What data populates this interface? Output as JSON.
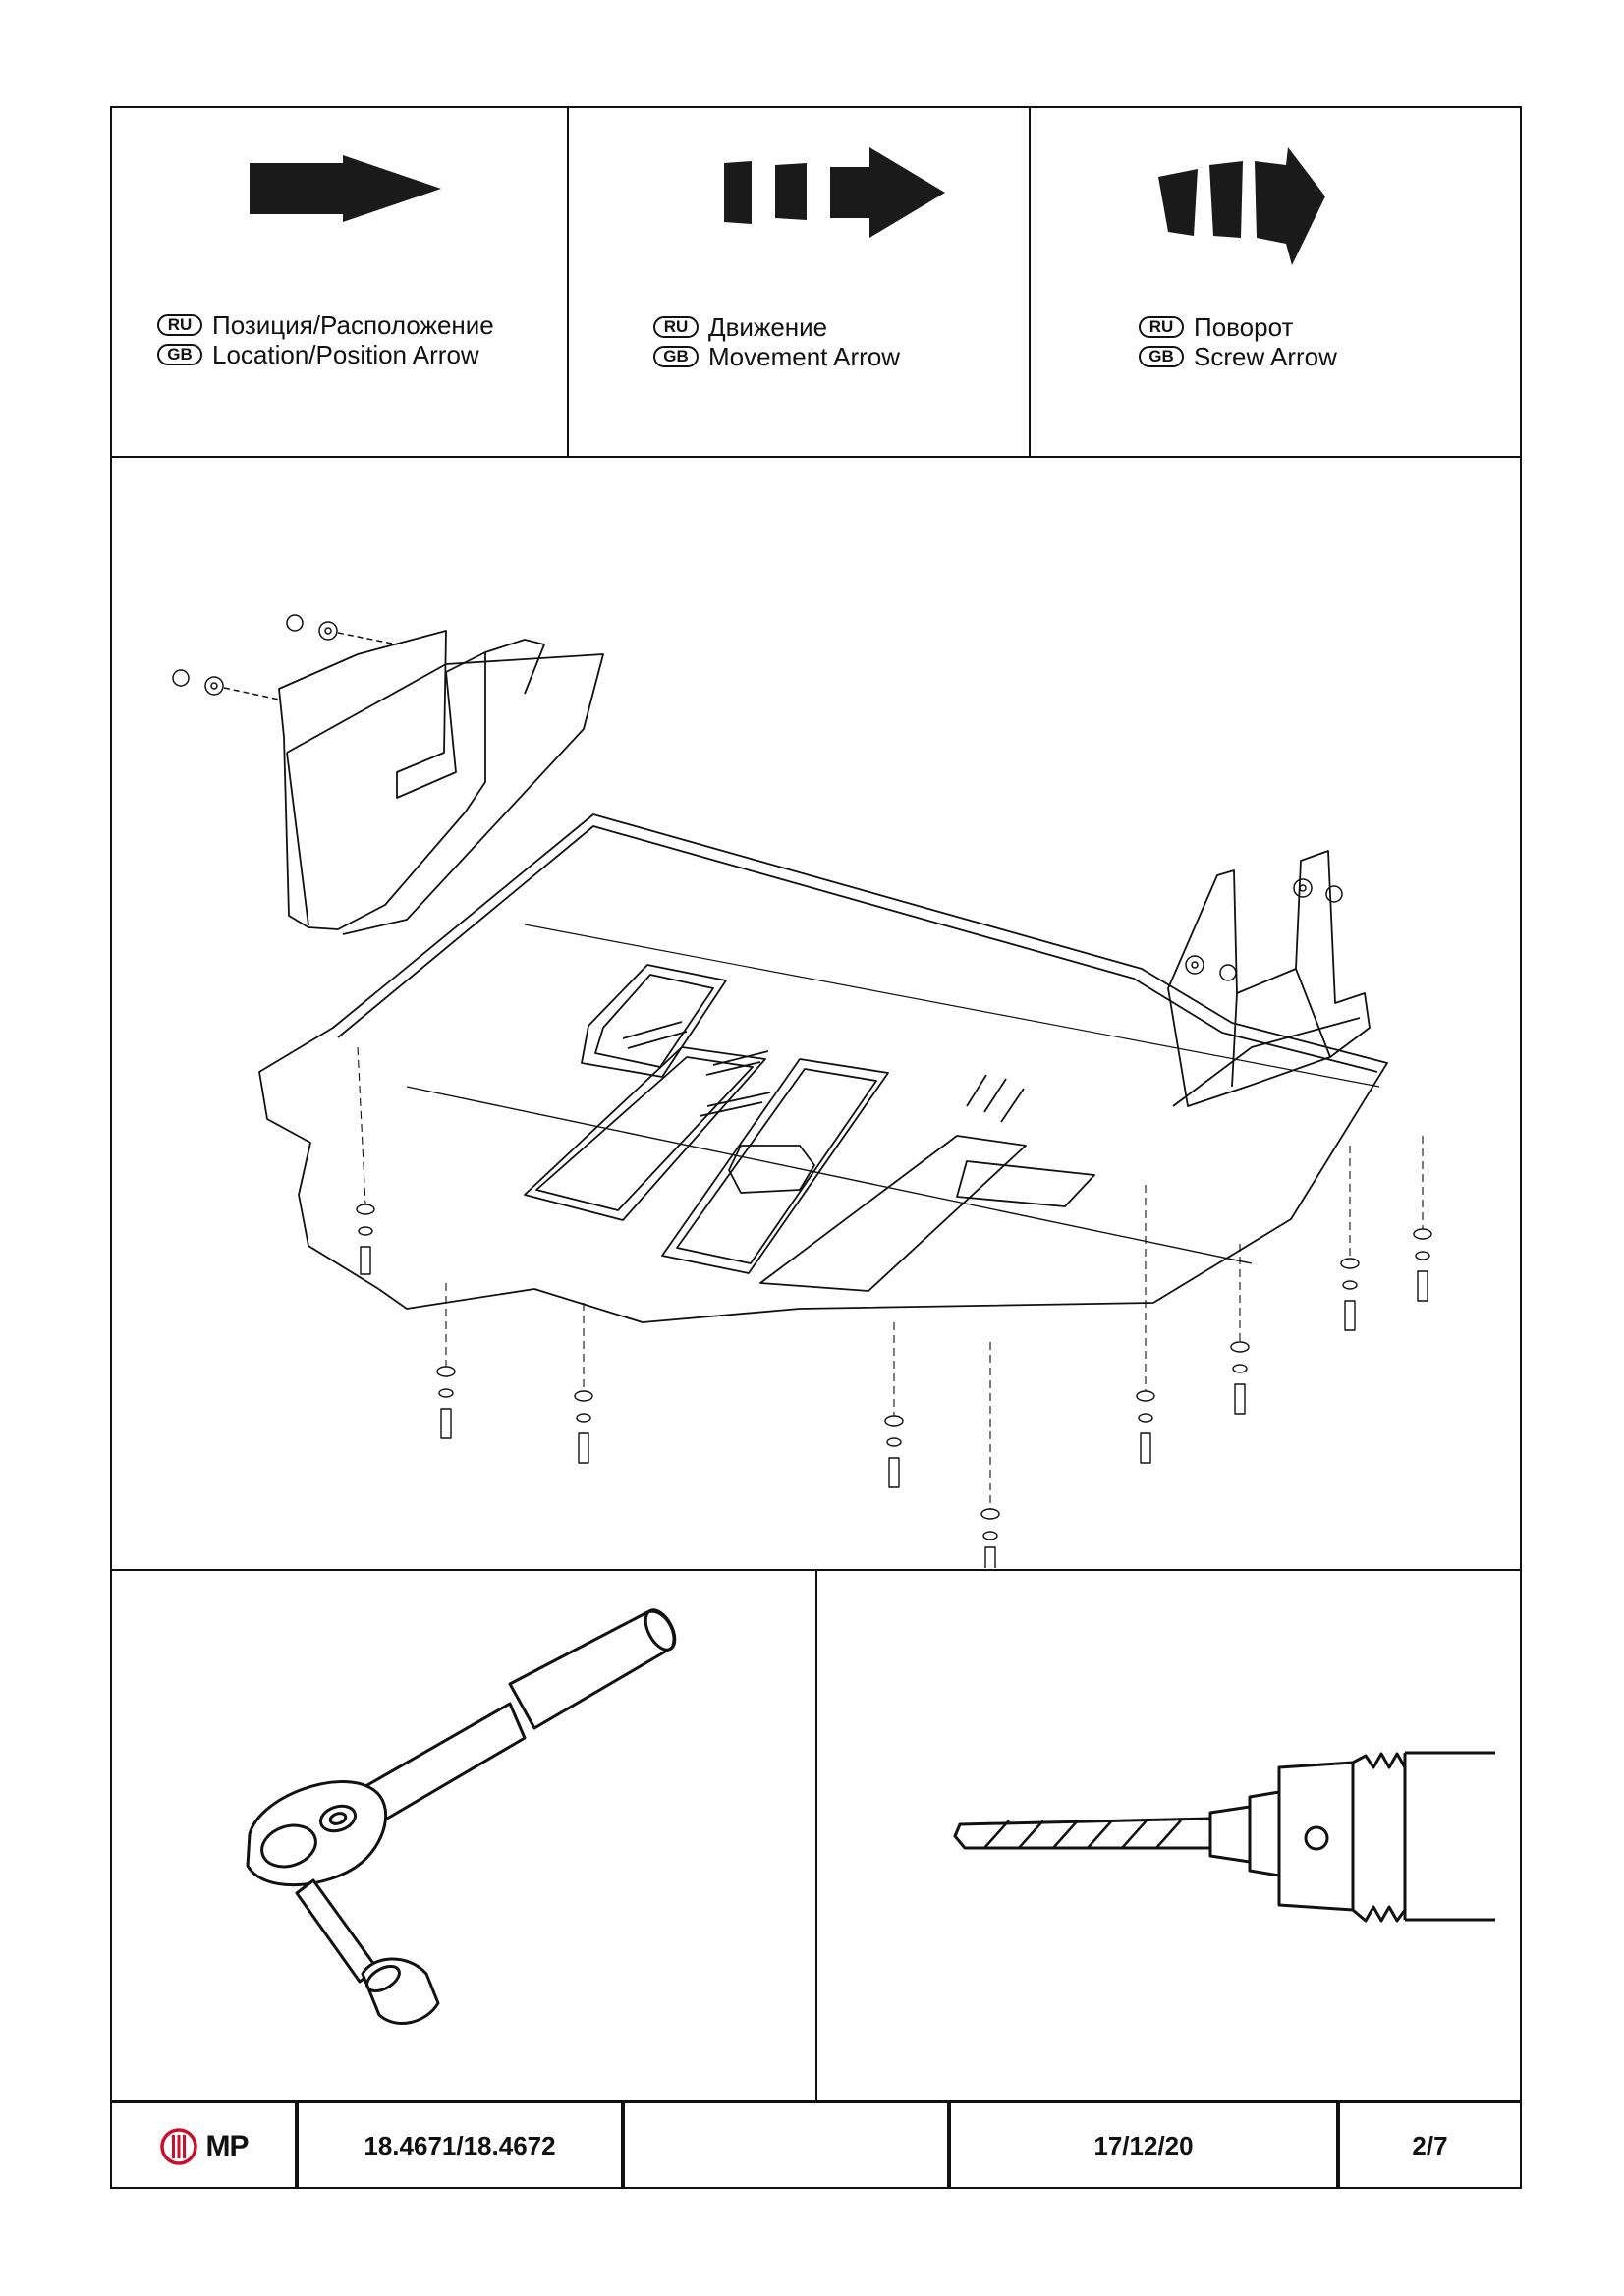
{
  "legend": [
    {
      "ru_badge": "RU",
      "ru_label": "Позиция/Расположение",
      "gb_badge": "GB",
      "gb_label": "Location/Position Arrow",
      "icon": "location-arrow-icon"
    },
    {
      "ru_badge": "RU",
      "ru_label": "Движение",
      "gb_badge": "GB",
      "gb_label": "Movement Arrow",
      "icon": "movement-arrow-icon"
    },
    {
      "ru_badge": "RU",
      "ru_label": "Поворот",
      "gb_badge": "GB",
      "gb_label": "Screw Arrow",
      "icon": "screw-arrow-icon"
    }
  ],
  "diagram": {
    "icon": "skid-plate-assembly-diagram"
  },
  "tools": [
    {
      "icon": "ratchet-wrench-icon"
    },
    {
      "icon": "drill-bit-chuck-icon"
    }
  ],
  "title_block": {
    "logo_text": "MP",
    "article_number": "18.4671/18.4672",
    "blank": "",
    "date": "17/12/20",
    "page": "2/7"
  },
  "colors": {
    "ink": "#111111",
    "logo_red": "#c8102e",
    "background": "#ffffff"
  }
}
